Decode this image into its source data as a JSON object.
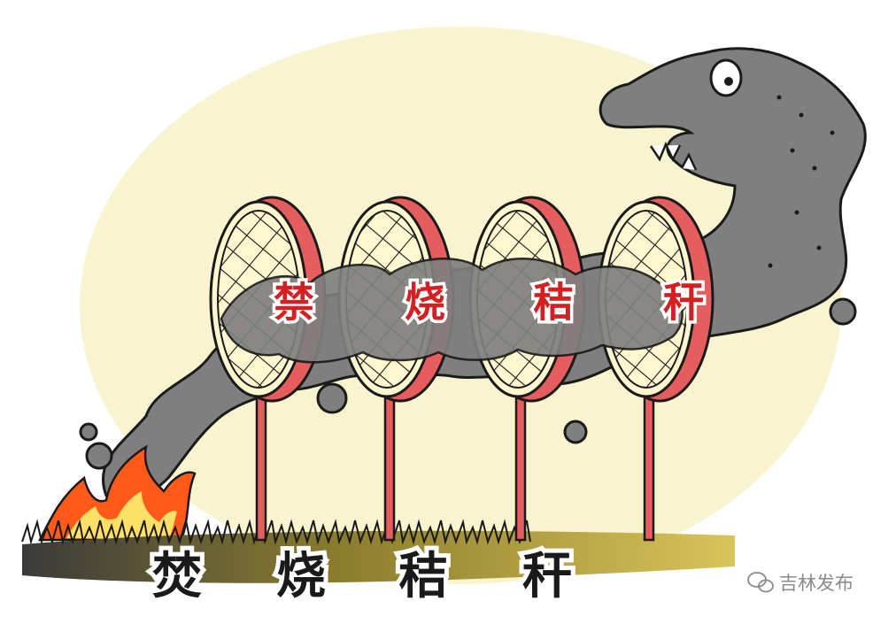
{
  "sign_labels": [
    "禁",
    "烧",
    "秸",
    "秆"
  ],
  "ground_labels": [
    "焚",
    "烧",
    "秸",
    "秆"
  ],
  "watermark": {
    "text": "吉林发布",
    "icon": "wechat-icon"
  },
  "colors": {
    "background_glow": "#f8f4cf",
    "sign_rim": "#e65d5d",
    "sign_face": "#fff7cf",
    "smoke": "#7f7f7f",
    "outline": "#1a1a1a",
    "fire_outer": "#ff5a1a",
    "fire_inner": "#ffe066",
    "grass": "#b9a84a",
    "label_red": "#d42020"
  }
}
